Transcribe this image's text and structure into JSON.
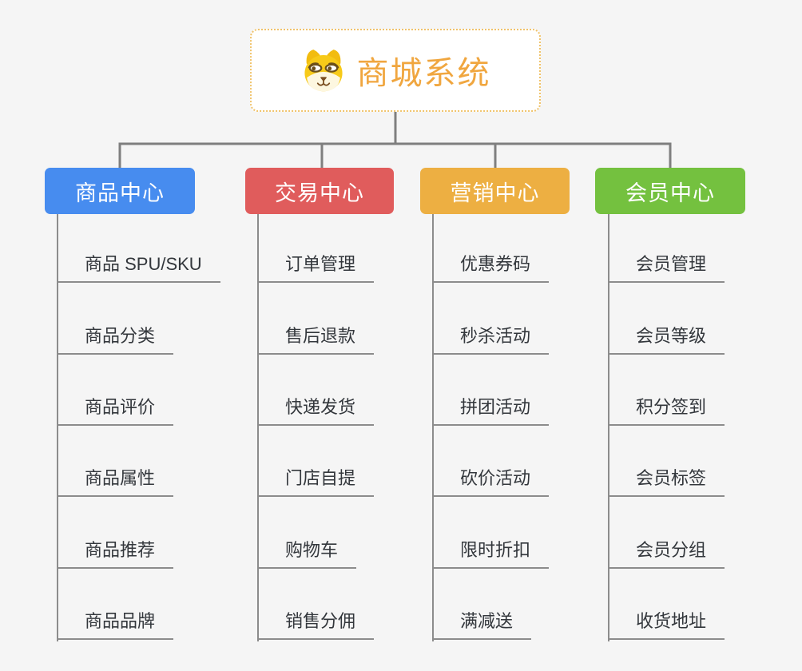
{
  "colors": {
    "background": "#F5F5F5",
    "connector": "#7F7F7F",
    "underline": "#8C8C8C",
    "root_accent": "#F0A63F",
    "root_border": "#F0C36B"
  },
  "root": {
    "title": "商城系统",
    "icon": "shiba-dog-icon"
  },
  "branches": [
    {
      "label": "商品中心",
      "color": "#478CEF",
      "children": [
        "商品 SPU/SKU",
        "商品分类",
        "商品评价",
        "商品属性",
        "商品推荐",
        "商品品牌"
      ]
    },
    {
      "label": "交易中心",
      "color": "#E05C5C",
      "children": [
        "订单管理",
        "售后退款",
        "快递发货",
        "门店自提",
        "购物车",
        "销售分佣"
      ]
    },
    {
      "label": "营销中心",
      "color": "#EDAF42",
      "children": [
        "优惠券码",
        "秒杀活动",
        "拼团活动",
        "砍价活动",
        "限时折扣",
        "满减送"
      ]
    },
    {
      "label": "会员中心",
      "color": "#74C13F",
      "children": [
        "会员管理",
        "会员等级",
        "积分签到",
        "会员标签",
        "会员分组",
        "收货地址"
      ]
    }
  ]
}
